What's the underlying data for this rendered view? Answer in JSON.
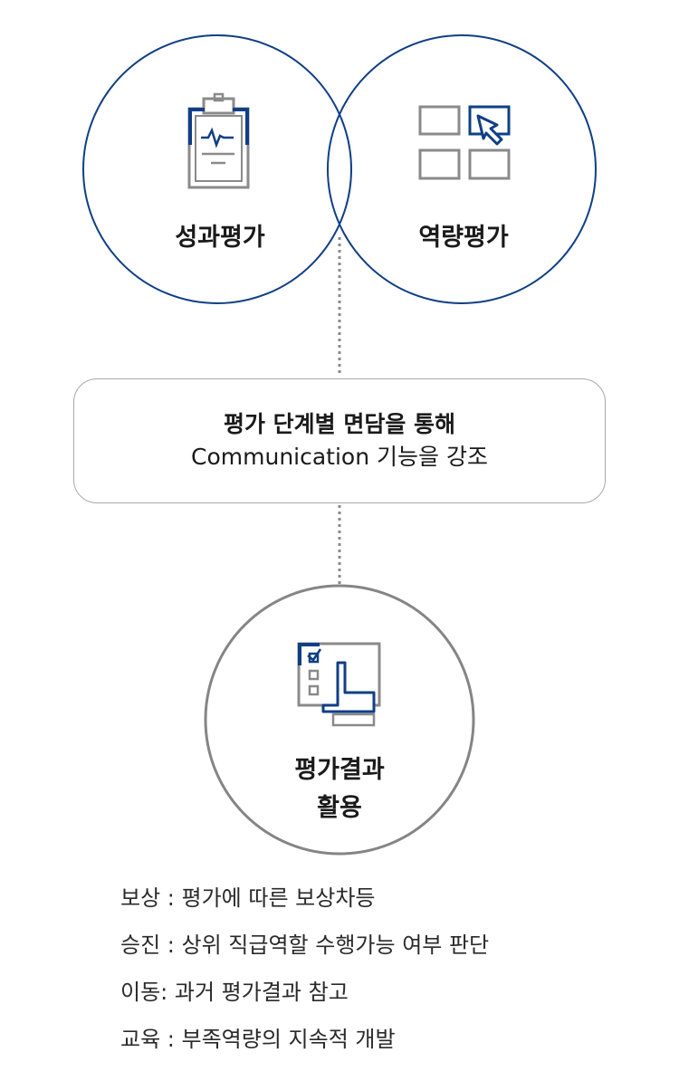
{
  "colors": {
    "navy": "#0f3f85",
    "gray": "#8a8a8a",
    "circle_gray": "#858585",
    "box_border": "#a8a8a8",
    "dots": "#8a8a8a"
  },
  "circles": {
    "performance": {
      "label": "성과평가",
      "icon": "clipboard-chart-icon"
    },
    "competency": {
      "label": "역량평가",
      "icon": "grid-cursor-icon"
    },
    "result": {
      "label_line1": "평가결과",
      "label_line2": "활용",
      "icon": "checklist-monitor-icon"
    }
  },
  "center_box": {
    "line1": "평가 단계별 면담을 통해",
    "line2": "Communication 기능을 강조"
  },
  "usage": [
    "보상 : 평가에 따른 보상차등",
    "승진 : 상위 직급역할 수행가능 여부 판단",
    "이동: 과거 평가결과 참고",
    "교육 : 부족역량의 지속적 개발"
  ]
}
